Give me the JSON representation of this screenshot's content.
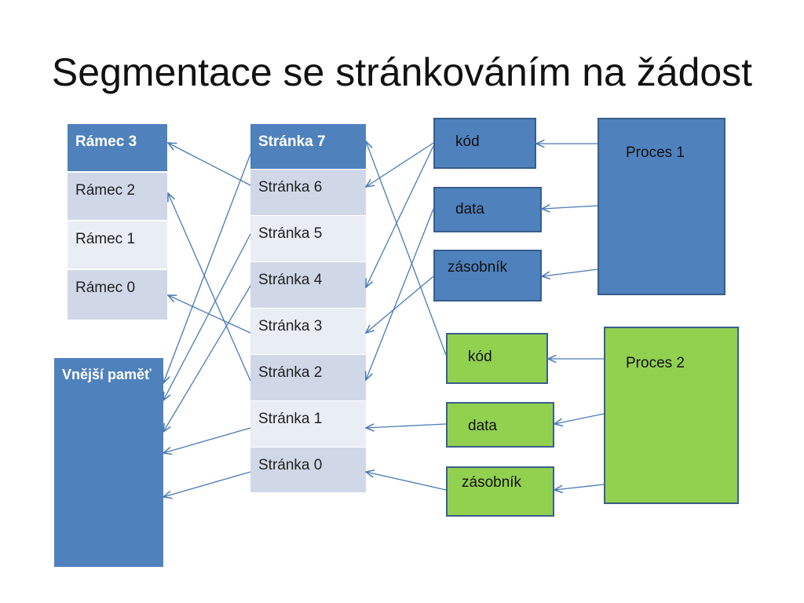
{
  "title": "Segmentace se stránkováním na žádost",
  "frames": [
    "Rámec 3",
    "Rámec 2",
    "Rámec 1",
    "Rámec 0"
  ],
  "pages": [
    "Stránka 7",
    "Stránka 6",
    "Stránka 5",
    "Stránka 4",
    "Stránka 3",
    "Stránka 2",
    "Stránka 1",
    "Stránka 0"
  ],
  "external_memory": "Vnější paměť",
  "process1": {
    "label": "Proces 1",
    "segments": [
      "kód",
      "data",
      "zásobník"
    ]
  },
  "process2": {
    "label": "Proces 2",
    "segments": [
      "kód",
      "data",
      "zásobník"
    ]
  },
  "colors": {
    "blue": "#4f81bd",
    "green": "#92d050",
    "row_dark": "#d0d8e8",
    "row_light": "#e9edf4",
    "arrow": "#4a7ab5"
  }
}
